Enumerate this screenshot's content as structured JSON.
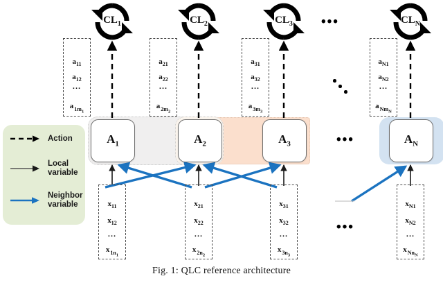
{
  "figure": {
    "caption": "Fig. 1: QLC reference architecture",
    "colors": {
      "legend_bg": "#e4edd5",
      "neighbor_arrow": "#1b73c0",
      "local_arrow": "#555555",
      "action_arrow": "#000000",
      "group_gray": "#f0efef",
      "group_cream": "#fbf5ee",
      "group_peach": "#fbdfcd",
      "group_blue": "#d3e2f1",
      "agent_border": "#6d6d6d"
    }
  },
  "legend": {
    "title": "",
    "items": [
      {
        "label": "Action",
        "style": "dashed-black-arrow"
      },
      {
        "label": "Local\nvariable",
        "style": "solid-gray-arrow"
      },
      {
        "label": "Neighbor\nvariable",
        "style": "solid-blue-arrow"
      }
    ]
  },
  "agents": [
    {
      "id": "a1",
      "label": "A",
      "sub": "1",
      "control_loop": {
        "label": "CL",
        "sub": "1",
        "icon": "cycle-arrows-icon"
      },
      "actions": {
        "items": [
          {
            "base": "a",
            "sub": "11"
          },
          {
            "base": "a",
            "sub": "12"
          }
        ],
        "ellipsis": "...",
        "last": {
          "base": "a",
          "sub": "1m",
          "subsub": "1"
        }
      },
      "variables": {
        "items": [
          {
            "base": "x",
            "sub": "11"
          },
          {
            "base": "x",
            "sub": "12"
          }
        ],
        "ellipsis": "...",
        "last": {
          "base": "x",
          "sub": "1n",
          "subsub": "1"
        }
      }
    },
    {
      "id": "a2",
      "label": "A",
      "sub": "2",
      "control_loop": {
        "label": "CL",
        "sub": "2",
        "icon": "cycle-arrows-icon"
      },
      "actions": {
        "items": [
          {
            "base": "a",
            "sub": "21"
          },
          {
            "base": "a",
            "sub": "22"
          }
        ],
        "ellipsis": "...",
        "last": {
          "base": "a",
          "sub": "2m",
          "subsub": "2"
        }
      },
      "variables": {
        "items": [
          {
            "base": "x",
            "sub": "21"
          },
          {
            "base": "x",
            "sub": "22"
          }
        ],
        "ellipsis": "...",
        "last": {
          "base": "x",
          "sub": "2n",
          "subsub": "2"
        }
      }
    },
    {
      "id": "a3",
      "label": "A",
      "sub": "3",
      "control_loop": {
        "label": "CL",
        "sub": "3",
        "icon": "cycle-arrows-icon"
      },
      "actions": {
        "items": [
          {
            "base": "a",
            "sub": "31"
          },
          {
            "base": "a",
            "sub": "32"
          }
        ],
        "ellipsis": "...",
        "last": {
          "base": "a",
          "sub": "3m",
          "subsub": "3"
        }
      },
      "variables": {
        "items": [
          {
            "base": "x",
            "sub": "31"
          },
          {
            "base": "x",
            "sub": "32"
          }
        ],
        "ellipsis": "...",
        "last": {
          "base": "x",
          "sub": "3n",
          "subsub": "3"
        }
      }
    },
    {
      "id": "aN",
      "label": "A",
      "sub": "N",
      "control_loop": {
        "label": "CL",
        "sub": "N",
        "icon": "cycle-arrows-icon"
      },
      "actions": {
        "items": [
          {
            "base": "a",
            "sub": "N1"
          },
          {
            "base": "a",
            "sub": "N2"
          }
        ],
        "ellipsis": "...",
        "last": {
          "base": "a",
          "sub": "Nm",
          "subsub": "N"
        }
      },
      "variables": {
        "items": [
          {
            "base": "x",
            "sub": "N1"
          },
          {
            "base": "x",
            "sub": "N2"
          }
        ],
        "ellipsis": "...",
        "last": {
          "base": "x",
          "sub": "Nn",
          "subsub": "N"
        }
      }
    }
  ],
  "ellipses": {
    "top_row": "•••",
    "agent_row": "•••",
    "variable_row": "•••",
    "diagonal": "⋰"
  }
}
